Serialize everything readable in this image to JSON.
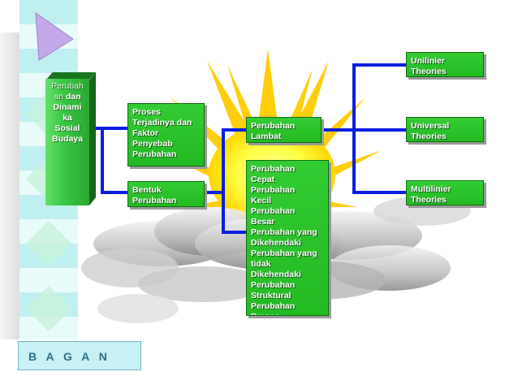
{
  "diagram": {
    "root": {
      "lines": [
        {
          "text": "Perubah",
          "faint": true
        },
        {
          "text": "an",
          "faint": true,
          "suffix": " dan"
        },
        {
          "text": "Dinami",
          "faint": false
        },
        {
          "text": "ka",
          "faint": false
        },
        {
          "text": "Sosial",
          "faint": false
        },
        {
          "text": "Budaya",
          "faint": false
        }
      ]
    },
    "level1": [
      {
        "id": "proses",
        "lines": [
          "Proses",
          "Terjadinya dan",
          "Faktor",
          "Penyebab",
          "Perubahan"
        ]
      },
      {
        "id": "bentuk",
        "lines": [
          "Bentuk",
          "Perubahan"
        ]
      }
    ],
    "level2": [
      {
        "id": "lambat",
        "lines": [
          "Perubahan",
          "Lambat"
        ]
      },
      {
        "id": "list",
        "lines": [
          "Perubahan",
          "Cepat",
          "Perubahan",
          "Kecil",
          "Perubahan",
          "Besar",
          "Perubahan yang",
          "Dikehendaki",
          "Perubahan yang",
          "tidak",
          "Dikehendaki",
          "Perubahan",
          "Struktural",
          "Perubahan",
          "Proses"
        ]
      }
    ],
    "level3": [
      {
        "id": "unilinier",
        "lines": [
          "Unilinier",
          "Theories"
        ]
      },
      {
        "id": "universal",
        "lines": [
          "Universal",
          "Theories"
        ]
      },
      {
        "id": "multilinier",
        "lines": [
          "Multilinier",
          "Theories"
        ]
      }
    ],
    "footer_label": "B A G A N"
  },
  "colors": {
    "connector": "#0a1ee0",
    "box_fill": "#26c026",
    "sun_core": "#ffff33",
    "sun_rays": "#ffcc00",
    "cloud": "#8f8f8f"
  }
}
